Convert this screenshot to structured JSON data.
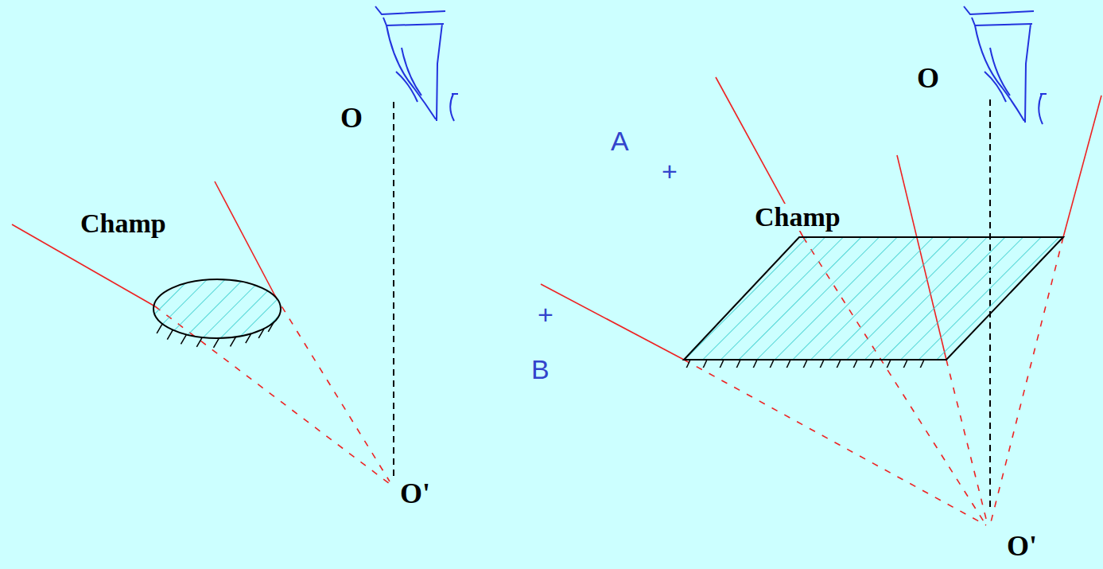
{
  "diagram": {
    "nodes": [
      {
        "text": [
          "Champ"
        ]
      },
      {
        "text": [
          "Champ"
        ]
      }
    ],
    "labels": [
      "O",
      "O'",
      "O",
      "A",
      "+",
      "+",
      "B",
      "O'"
    ]
  }
}
